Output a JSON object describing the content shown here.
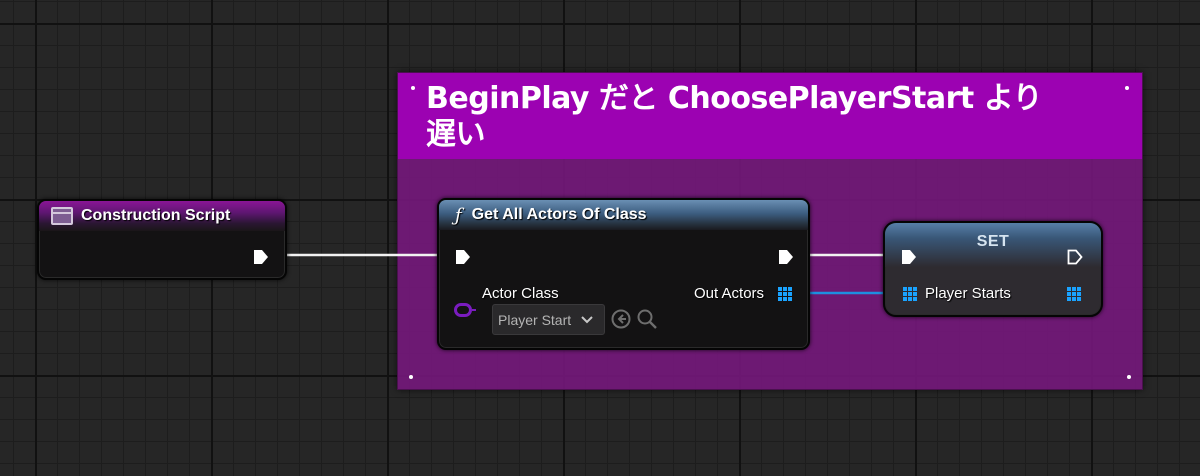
{
  "comment": {
    "title": "BeginPlay だと ChoosePlayerStart より遅い",
    "color": "#9c02b2"
  },
  "nodes": {
    "construction": {
      "title": "Construction Script",
      "icon": "construction-script-icon"
    },
    "get_all_actors": {
      "title": "Get All Actors Of Class",
      "icon": "function-icon",
      "actor_class_label": "Actor Class",
      "actor_class_value": "Player Start",
      "out_actors_label": "Out Actors"
    },
    "set": {
      "title": "SET",
      "player_starts_label": "Player Starts"
    }
  },
  "colors": {
    "exec_wire": "#ffffff",
    "array_wire": "#1e8fe0",
    "class_pin": "#7a1cbf",
    "array_pin": "#1aa3ff"
  }
}
